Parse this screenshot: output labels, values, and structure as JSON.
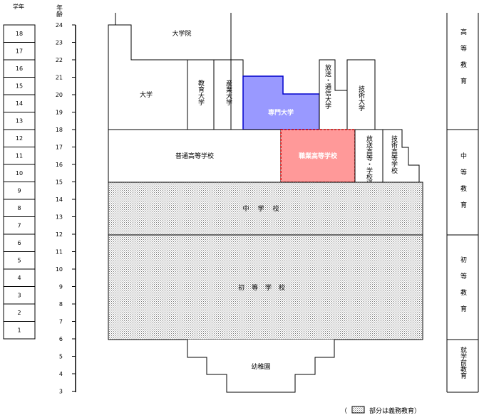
{
  "headers": {
    "grade_label": "学年",
    "age_label": "年齢"
  },
  "grades": [
    "18",
    "17",
    "16",
    "15",
    "14",
    "13",
    "12",
    "11",
    "10",
    "9",
    "8",
    "7",
    "6",
    "5",
    "4",
    "3",
    "2",
    "1"
  ],
  "ages": [
    "24",
    "23",
    "22",
    "21",
    "20",
    "19",
    "18",
    "17",
    "16",
    "15",
    "14",
    "13",
    "12",
    "11",
    "10",
    "9",
    "8",
    "7",
    "6",
    "5",
    "4",
    "3"
  ],
  "schools": {
    "graduate": "大学院",
    "university": "大学",
    "education_univ": "教育大学",
    "industrial_univ": "産業大学",
    "professional_univ": "専門大学",
    "broadcast_univ": "放送・通信大学",
    "technical_univ": "技術大学",
    "general_high": "普通高等学校",
    "vocational_high": "職業高等学校",
    "broadcast_high": "放送高等・学校通信",
    "technical_high": "技術高等学校",
    "middle": "中学校",
    "elementary": "初等学校",
    "kindergarten": "幼稚園"
  },
  "stages": {
    "higher": "高等教育",
    "secondary": "中等教育",
    "primary": "初等教育",
    "preschool": "就学前教育"
  },
  "legend": {
    "open": "（",
    "text": "部分は義務教育）"
  },
  "colors": {
    "professional_fill": "#9999ff",
    "professional_stroke": "#0000cc",
    "vocational_fill": "#ff9999",
    "vocational_stroke": "#cc0000"
  }
}
